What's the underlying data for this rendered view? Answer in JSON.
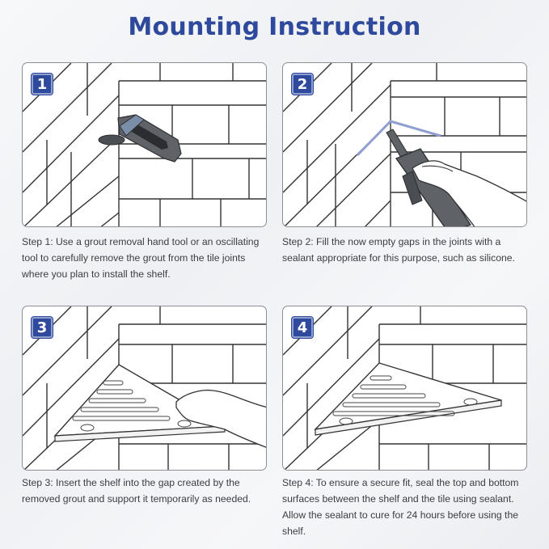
{
  "title": "Mounting Instruction",
  "steps": [
    {
      "number": "1",
      "caption": "Step 1: Use a grout removal hand tool or an oscillating tool to carefully remove the grout from the tile joints where you plan to install the shelf."
    },
    {
      "number": "2",
      "caption": "Step 2: Fill the now empty gaps in the joints with a sealant appropriate for this purpose, such as silicone."
    },
    {
      "number": "3",
      "caption": "Step 3: Insert the shelf into the gap created by the removed grout and support it temporarily as needed."
    },
    {
      "number": "4",
      "caption": "Step 4: To ensure a secure fit, seal the top and bottom surfaces between the shelf and the tile using sealant. Allow the sealant to cure for 24 hours before using the shelf."
    }
  ],
  "colors": {
    "title": "#2f4a9c",
    "badge": "#2f4a9c",
    "sealant_line": "#8f9fd1",
    "tool_gray": "#5f6266"
  }
}
